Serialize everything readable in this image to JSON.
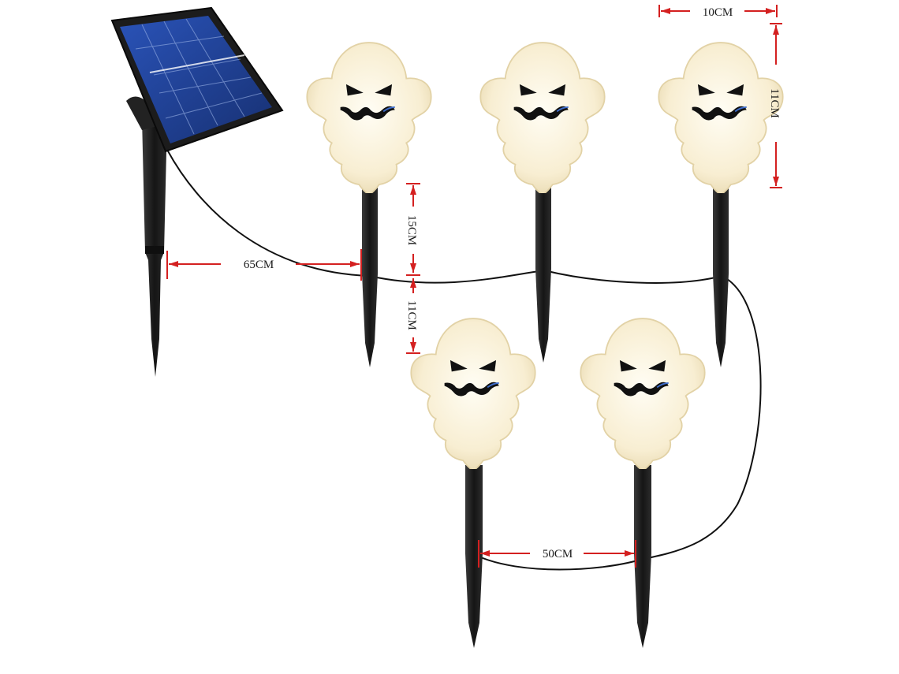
{
  "dimensions": {
    "head_width": "10CM",
    "head_height_top": "11CM",
    "stake_length": "15CM",
    "head_height_side": "11CM",
    "panel_to_first_light": "65CM",
    "light_spacing": "50CM"
  },
  "colors": {
    "background": "#ffffff",
    "dimension_red": "#d42020",
    "ghost_body": "#fbf3dc",
    "ghost_shadow": "#e9dcb8",
    "stake": "#1b1b1b",
    "cable": "#111111",
    "panel_frame": "#1f1f1f",
    "panel_cell": "#1f3f95"
  },
  "product": {
    "ghost_count": 5,
    "ghost_face": "ghost-face-icon",
    "solar_panel": "solar-panel-icon"
  }
}
